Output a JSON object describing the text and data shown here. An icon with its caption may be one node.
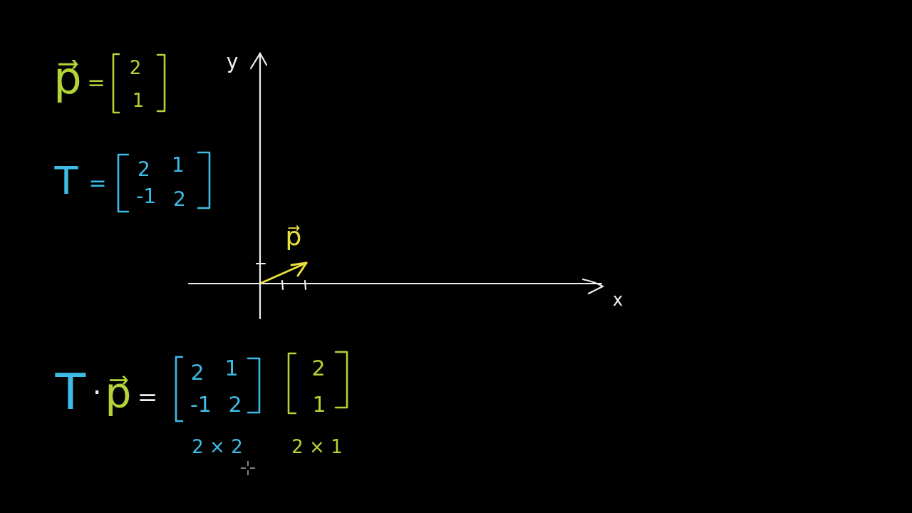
{
  "diagram": {
    "labels": [
      "p⃗",
      "=",
      "2",
      "1",
      "y",
      "T",
      "=",
      "2",
      "1",
      "-1",
      "2",
      "p⃗",
      "x",
      "T",
      "·",
      "p⃗",
      "=",
      "2",
      "1",
      "-1",
      "2",
      "2",
      "1",
      "2 × 2",
      "2 × 1"
    ]
  }
}
